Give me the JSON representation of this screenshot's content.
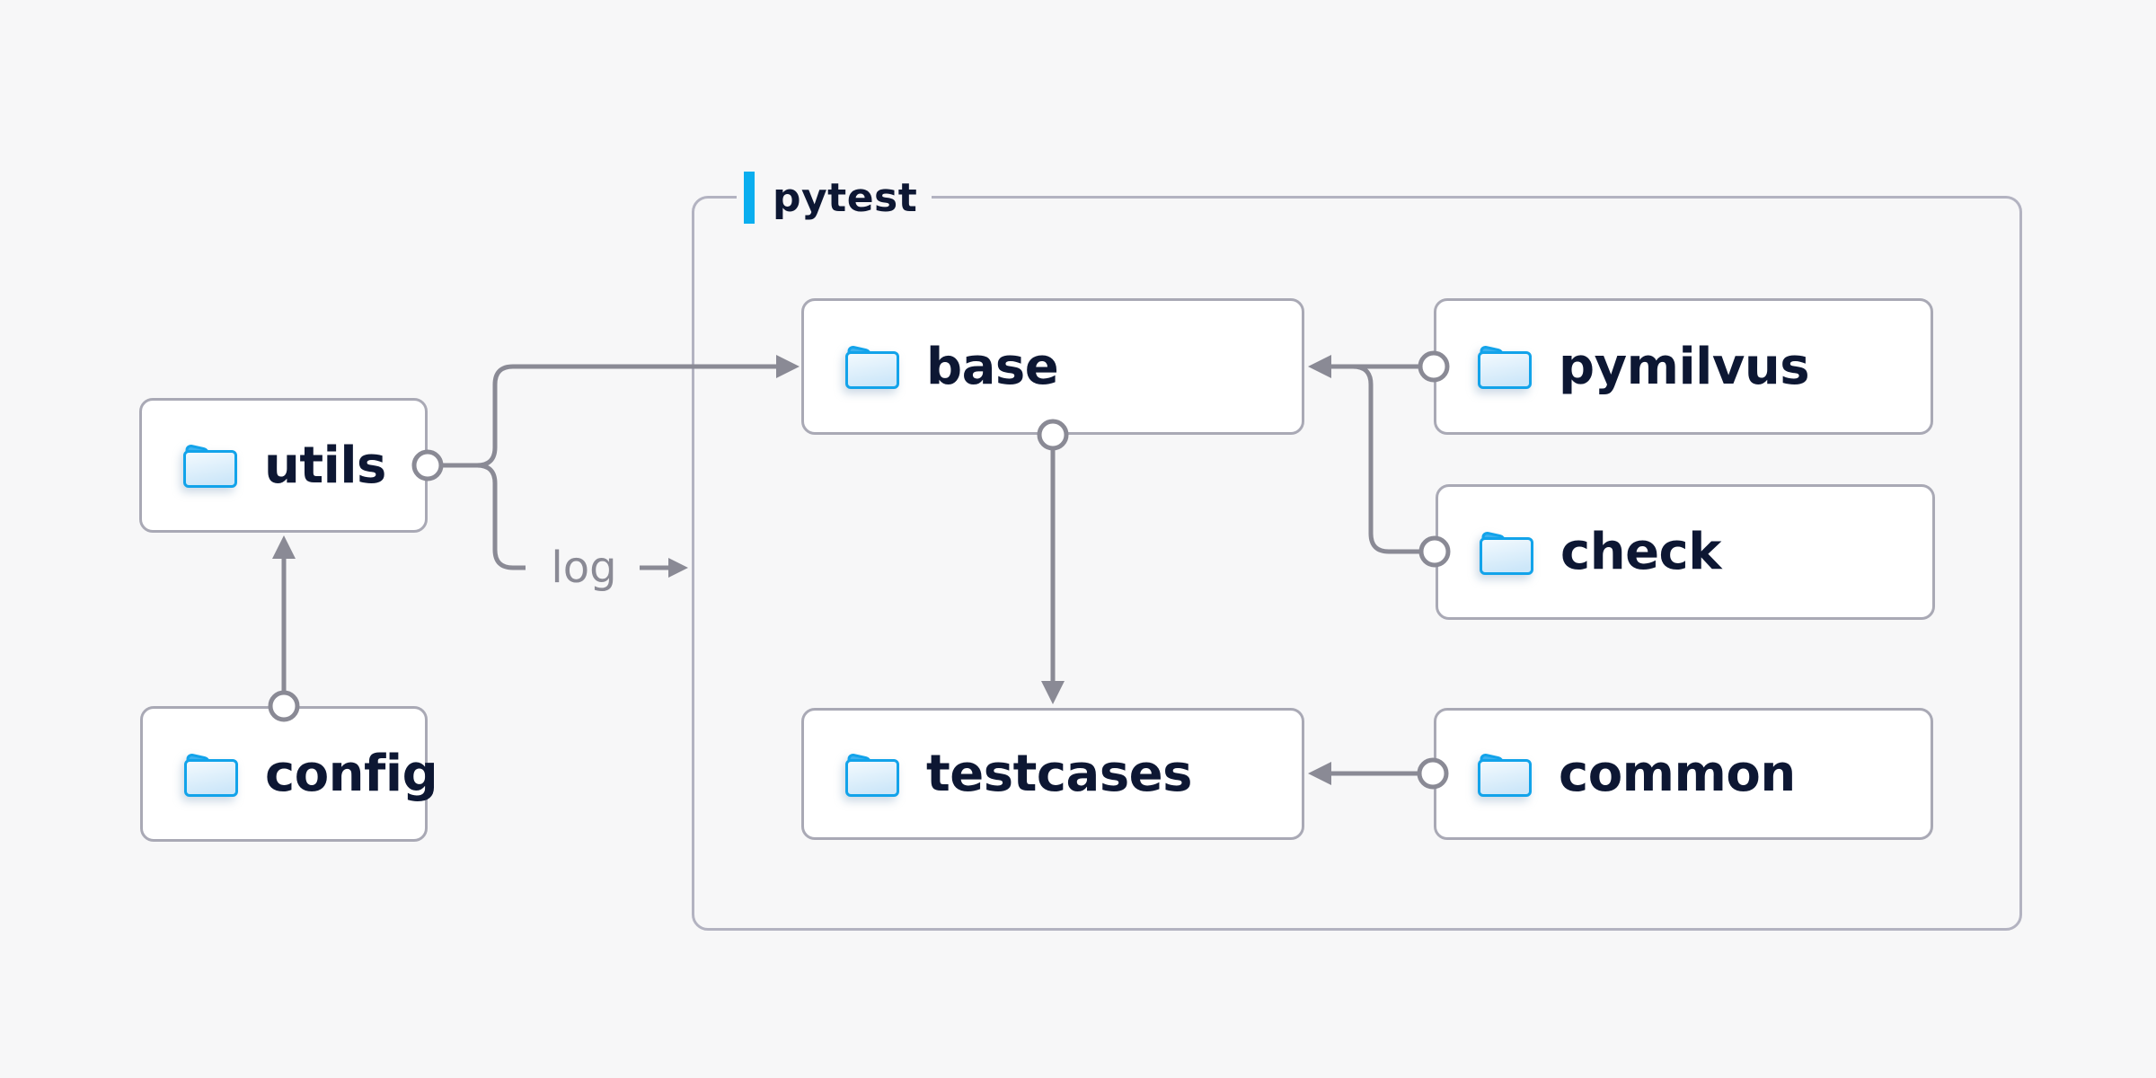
{
  "diagram": {
    "group": {
      "label": "pytest"
    },
    "nodes": {
      "utils": {
        "label": "utils",
        "icon": "folder-icon",
        "inside_group": false
      },
      "config": {
        "label": "config",
        "icon": "folder-icon",
        "inside_group": false
      },
      "base": {
        "label": "base",
        "icon": "folder-icon",
        "inside_group": true
      },
      "pymilvus": {
        "label": "pymilvus",
        "icon": "folder-icon",
        "inside_group": true
      },
      "check": {
        "label": "check",
        "icon": "folder-icon",
        "inside_group": true
      },
      "testcases": {
        "label": "testcases",
        "icon": "folder-icon",
        "inside_group": true
      },
      "common": {
        "label": "common",
        "icon": "folder-icon",
        "inside_group": true
      }
    },
    "edges": [
      {
        "from": "utils",
        "to": "base",
        "label": "",
        "style": "arrow"
      },
      {
        "from": "utils",
        "to": "pytest",
        "label": "log",
        "style": "arrow"
      },
      {
        "from": "config",
        "to": "utils",
        "label": "",
        "style": "arrow"
      },
      {
        "from": "pymilvus",
        "to": "base",
        "label": "",
        "style": "arrow"
      },
      {
        "from": "check",
        "to": "base",
        "label": "",
        "style": "arrow"
      },
      {
        "from": "base",
        "to": "testcases",
        "label": "",
        "style": "arrow"
      },
      {
        "from": "common",
        "to": "testcases",
        "label": "",
        "style": "arrow"
      }
    ],
    "colors": {
      "bg": "#f7f7f8",
      "node_fill": "#ffffff",
      "node_border": "#a9a9b5",
      "group_border": "#b3b3c1",
      "line": "#8a8a95",
      "text": "#0d1733",
      "muted_text": "#8a8a95",
      "accent": "#0aaeef",
      "folder_stroke": "#12a3ea",
      "folder_tab": "#3db1ef"
    }
  }
}
